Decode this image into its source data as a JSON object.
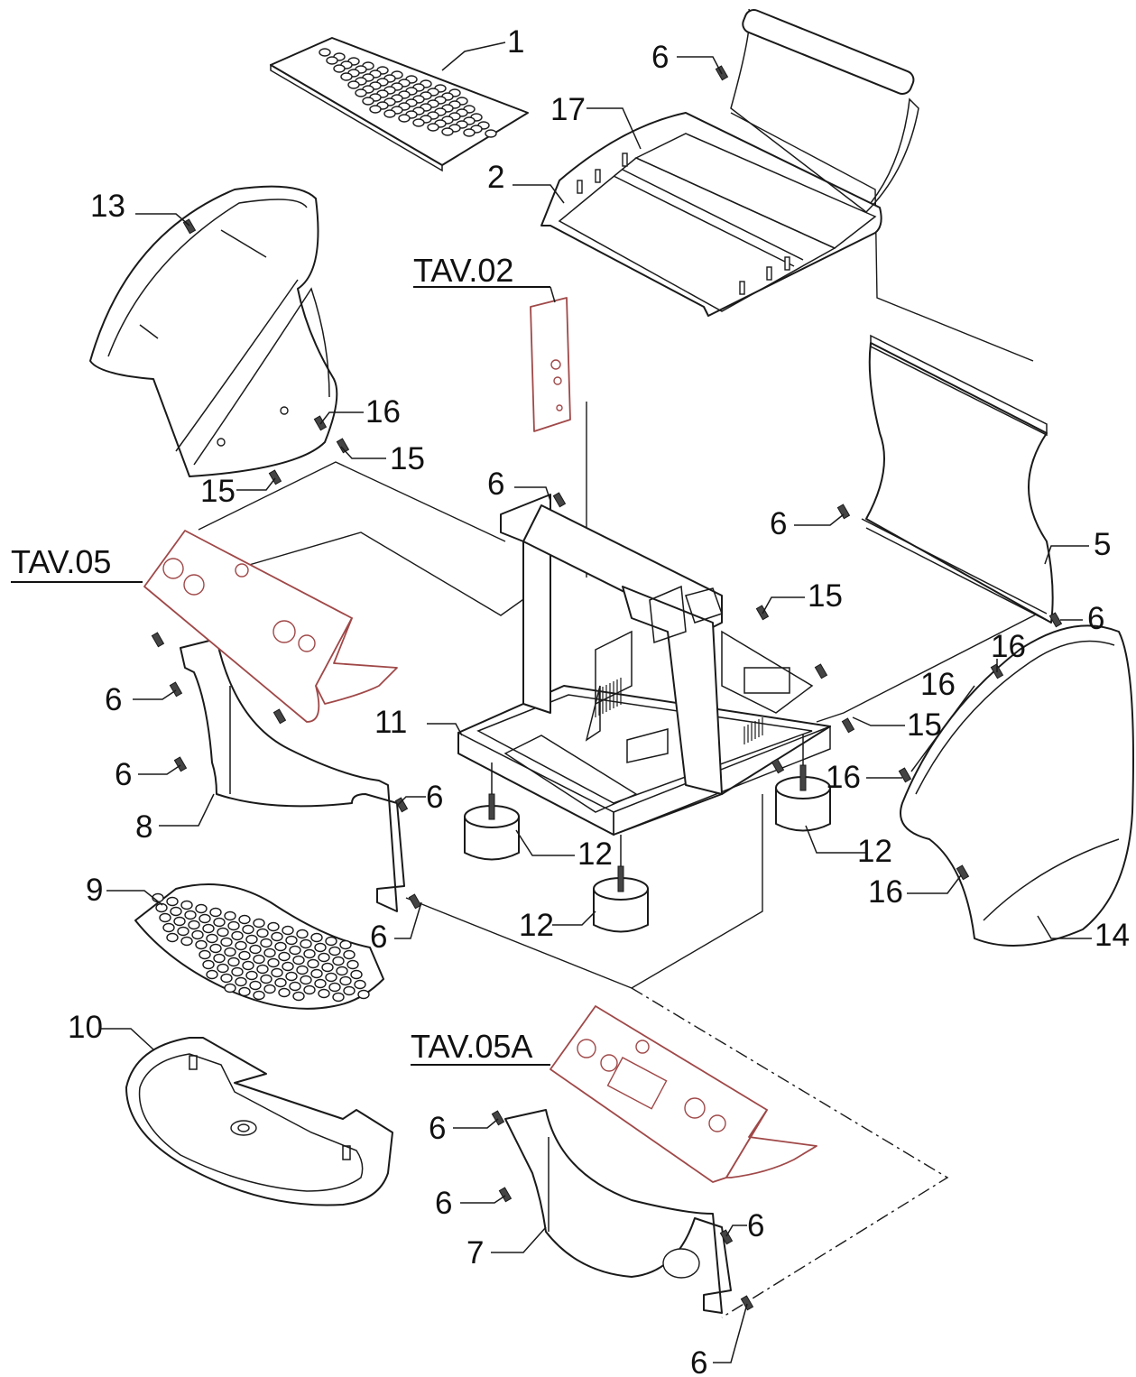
{
  "labels": {
    "p1": "1",
    "p2": "2",
    "p5": "5",
    "p7": "7",
    "p8": "8",
    "p9": "9",
    "p10": "10",
    "p11": "11",
    "p12": "12",
    "p13": "13",
    "p14": "14",
    "p15": "15",
    "p16": "16",
    "p17": "17",
    "p6": "6"
  },
  "references": {
    "tav02": "TAV.02",
    "tav05": "TAV.05",
    "tav05a": "TAV.05A"
  },
  "colors": {
    "line": "#1a1a1a",
    "reference_part": "#a04848",
    "background": "#ffffff"
  }
}
